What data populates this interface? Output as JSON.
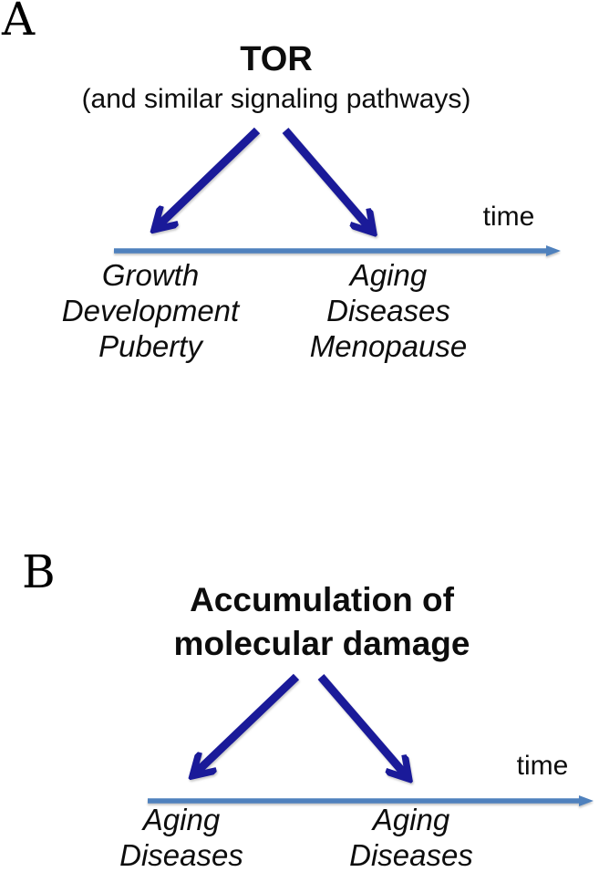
{
  "colors": {
    "arrow": "#1a1a99",
    "timeline": "#4f81bd",
    "ink": "#0d0d0d"
  },
  "panel_a": {
    "label": "A",
    "title": "TOR",
    "subtitle": "(and similar signaling pathways)",
    "time_label": "time",
    "early_items": [
      "Growth",
      "Development",
      "Puberty"
    ],
    "late_items": [
      "Aging",
      "Diseases",
      "Menopause"
    ]
  },
  "panel_b": {
    "label": "B",
    "title_lines": [
      "Accumulation of",
      "molecular damage"
    ],
    "time_label": "time",
    "early_items": [
      "Aging",
      "Diseases"
    ],
    "late_items": [
      "Aging",
      "Diseases"
    ]
  }
}
